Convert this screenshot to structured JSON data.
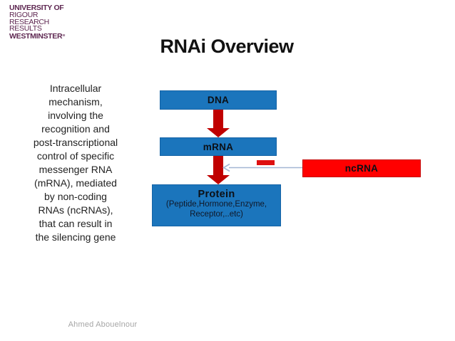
{
  "colors": {
    "plum": "#5E2751",
    "blue": "#1B75BC",
    "blue-border": "#1463A6",
    "dark-red": "#C00000",
    "red": "#FF0000",
    "minus-red": "#DE1010",
    "connector": "#A3B6D4",
    "text": "#222222",
    "footer-gray": "#A6A6A6"
  },
  "logo": {
    "lines": [
      "UNIVERSITY OF",
      "RIGOUR",
      "RESEARCH",
      "RESULTS",
      "WESTMINSTER"
    ],
    "mark": "≡"
  },
  "slide": {
    "title": "RNAi Overview",
    "footer": "Ahmed Abouelnour"
  },
  "description": {
    "lines": [
      "Intracellular",
      "mechanism,",
      "involving the",
      "recognition and",
      "post-transcriptional",
      "control of specific",
      "messenger RNA",
      "(mRNA), mediated",
      "by non-coding",
      "RNAs (ncRNAs),",
      "that can result in",
      "the silencing gene"
    ]
  },
  "diagram": {
    "dna": {
      "label": "DNA"
    },
    "mrna": {
      "label": "mRNA"
    },
    "protein": {
      "label": "Protein",
      "subline1": "(Peptide,Hormone,Enzyme,",
      "subline2": "Receptor,..etc)"
    },
    "ncrna": {
      "label": "ncRNA"
    }
  }
}
